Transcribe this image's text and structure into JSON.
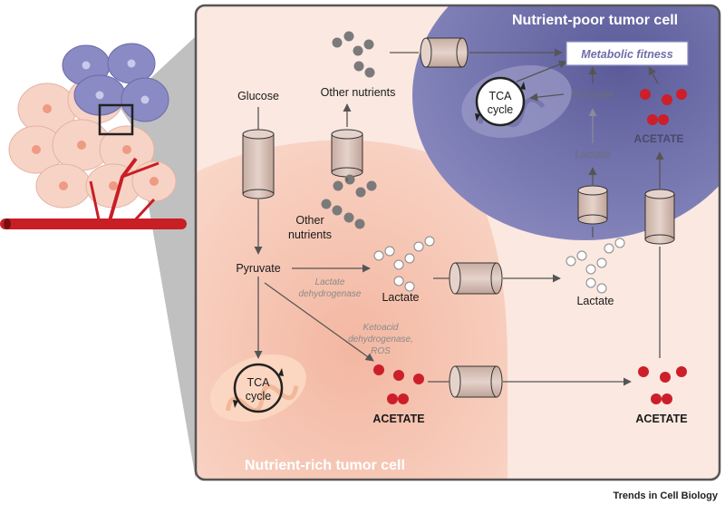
{
  "titles": {
    "poor_cell": "Nutrient-poor tumor cell",
    "rich_cell": "Nutrient-rich tumor cell"
  },
  "labels": {
    "glucose": "Glucose",
    "other_nutrients_top": "Other nutrients",
    "other_nutrients_mid_1": "Other",
    "other_nutrients_mid_2": "nutrients",
    "pyruvate_rich": "Pyruvate",
    "ldh_1": "Lactate",
    "ldh_2": "dehydrogenase",
    "lactate_rich": "Lactate",
    "lactate_extra": "Lactate",
    "keto_1": "Ketoacid",
    "keto_2": "dehydrogenase,",
    "keto_3": "ROS",
    "tca_1": "TCA",
    "tca_2": "cycle",
    "acetate_rich": "ACETATE",
    "acetate_extra": "ACETATE",
    "metabolic_fitness": "Metabolic fitness",
    "pyruvate_poor": "Pyruvate",
    "lactate_poor": "Lactate",
    "acetate_poor": "ACETATE",
    "tca_poor_1": "TCA",
    "tca_poor_2": "cycle"
  },
  "credit": "Trends in Cell Biology",
  "colors": {
    "extracellular": "#fbe8e0",
    "rich_cell": "#f6c9b6",
    "poor_cell": "#6e6ea8",
    "frame": "#555555",
    "transporter": "#d9c2b8",
    "nutrient_grey": "#7a7a7a",
    "acetate_red": "#cc1f2a",
    "vessel_red": "#c81e25"
  }
}
